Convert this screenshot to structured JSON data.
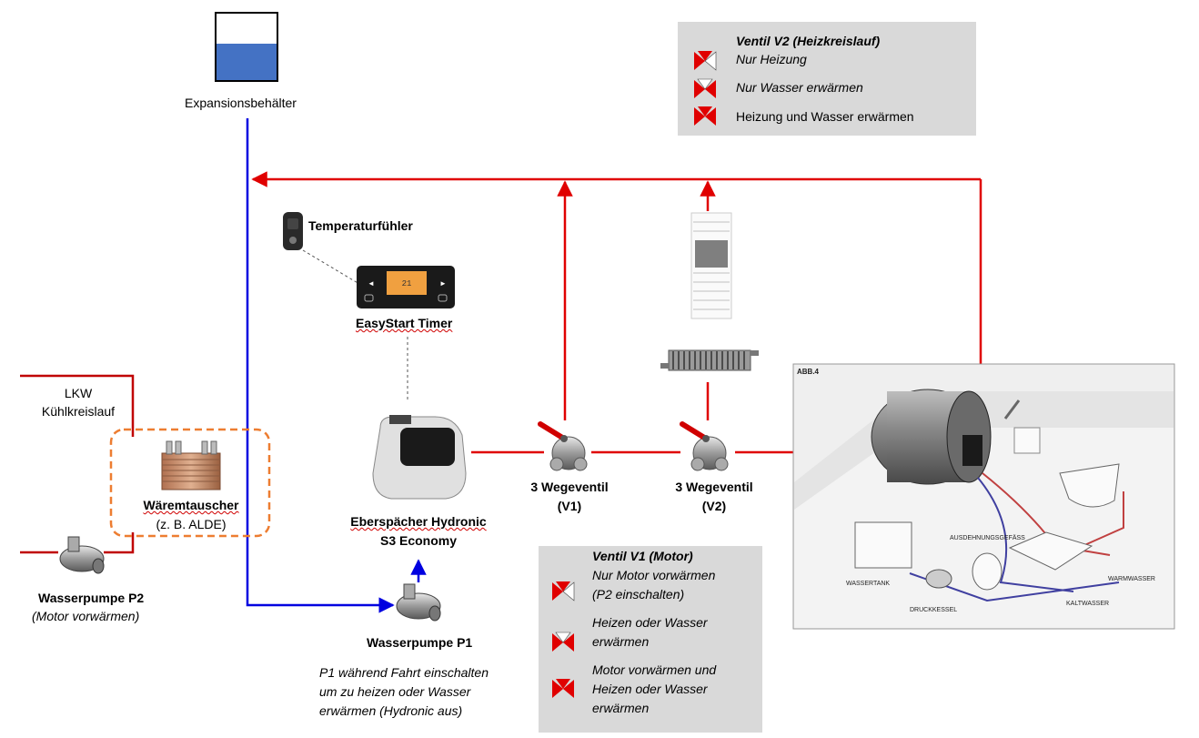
{
  "components": {
    "expansion_tank": "Expansionsbehälter",
    "temp_sensor": "Temperaturfühler",
    "timer": "EasyStart Timer",
    "heater_line1": "Eberspächer Hydronic",
    "heater_line2": "S3 Economy",
    "truck_line1": "LKW",
    "truck_line2": "Kühlkreislauf",
    "heat_exchanger": "Wäremtauscher",
    "heat_exchanger_note": "(z. B. ALDE)",
    "pump_p2": "Wasserpumpe P2",
    "pump_p2_note": "(Motor vorwärmen)",
    "pump_p1": "Wasserpumpe P1",
    "pump_p1_note": [
      "P1 während Fahrt einschalten",
      "um zu heizen oder Wasser",
      "erwärmen (Hydronic aus)"
    ],
    "valve1_line1": "3 Wegeventil",
    "valve1_line2": "(V1)",
    "valve2_line1": "3 Wegeventil",
    "valve2_line2": "(V2)"
  },
  "legend_v2": {
    "title": "Ventil V2 (Heizkreislauf)",
    "items": [
      "Nur Heizung",
      "Nur Wasser erwärmen",
      "Heizung und Wasser erwärmen"
    ]
  },
  "legend_v1": {
    "title": "Ventil V1 (Motor)",
    "items": [
      [
        "Nur Motor vorwärmen",
        "(P2 einschalten)"
      ],
      [
        "Heizen oder Wasser",
        "erwärmen"
      ],
      [
        "Motor vorwärmen und",
        "Heizen oder Wasser",
        "erwärmen"
      ]
    ]
  },
  "figure_box": {
    "tag": "ABB.4",
    "labels": [
      "AUSDEHNUNGSGEFÄSS",
      "WASSERTANK",
      "DRUCKKESSEL",
      "KALTWASSER",
      "WARMWASSER"
    ]
  },
  "timer_display": "21",
  "colors": {
    "hot_pipe": "#e00000",
    "cold_pipe": "#0000e0",
    "truck_pipe": "#c00000",
    "exchanger_border": "#ed7d31",
    "legend_bg": "#d9d9d9",
    "tank_water": "#4472c4"
  }
}
